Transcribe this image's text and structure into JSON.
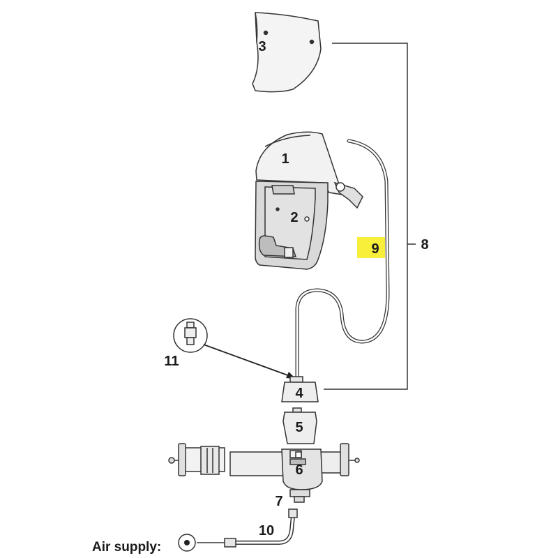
{
  "labels": {
    "p1": "1",
    "p2": "2",
    "p3": "3",
    "p4": "4",
    "p5": "5",
    "p6": "6",
    "p7": "7",
    "p8": "8",
    "p9": "9",
    "p10": "10",
    "p11": "11"
  },
  "air_supply": "Air supply:",
  "colors": {
    "highlight": "#f7ef3a",
    "line": "#333333",
    "part_fill": "#e8e8e8",
    "visor_fill": "#d9d9d9"
  }
}
